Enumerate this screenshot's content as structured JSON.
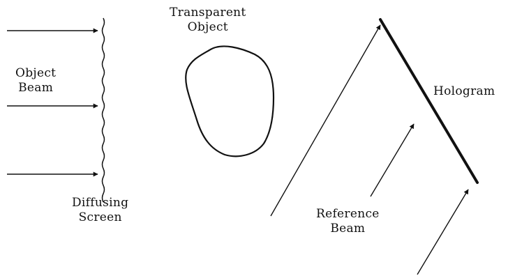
{
  "labels": {
    "object_beam": [
      "Object",
      "Beam"
    ],
    "transparent_object": [
      "Transparent",
      "Object"
    ],
    "hologram": "Hologram",
    "diffusing_screen": [
      "Diffusing",
      "Screen"
    ],
    "reference_beam": [
      "Reference",
      "Beam"
    ]
  },
  "colors": {
    "ink": "#111111",
    "background": "#ffffff"
  }
}
